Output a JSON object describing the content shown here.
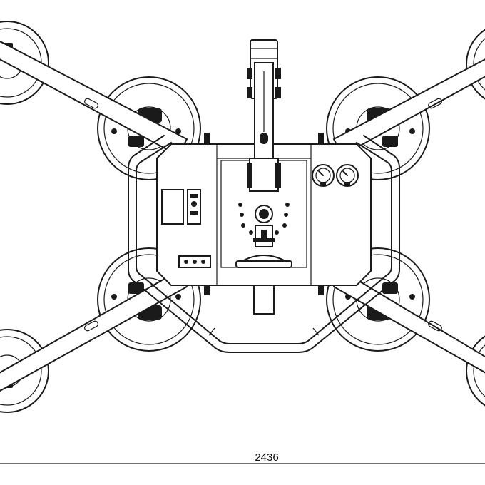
{
  "drawing": {
    "type": "technical-drawing",
    "subject": "vacuum-lifter",
    "dimension": {
      "value": "2436"
    },
    "counts": {
      "suction_cups_full": 4,
      "suction_cups_partial_edge": 4,
      "gauges": 2
    },
    "colors": {
      "line": "#1a1a1a",
      "background": "#ffffff"
    }
  }
}
